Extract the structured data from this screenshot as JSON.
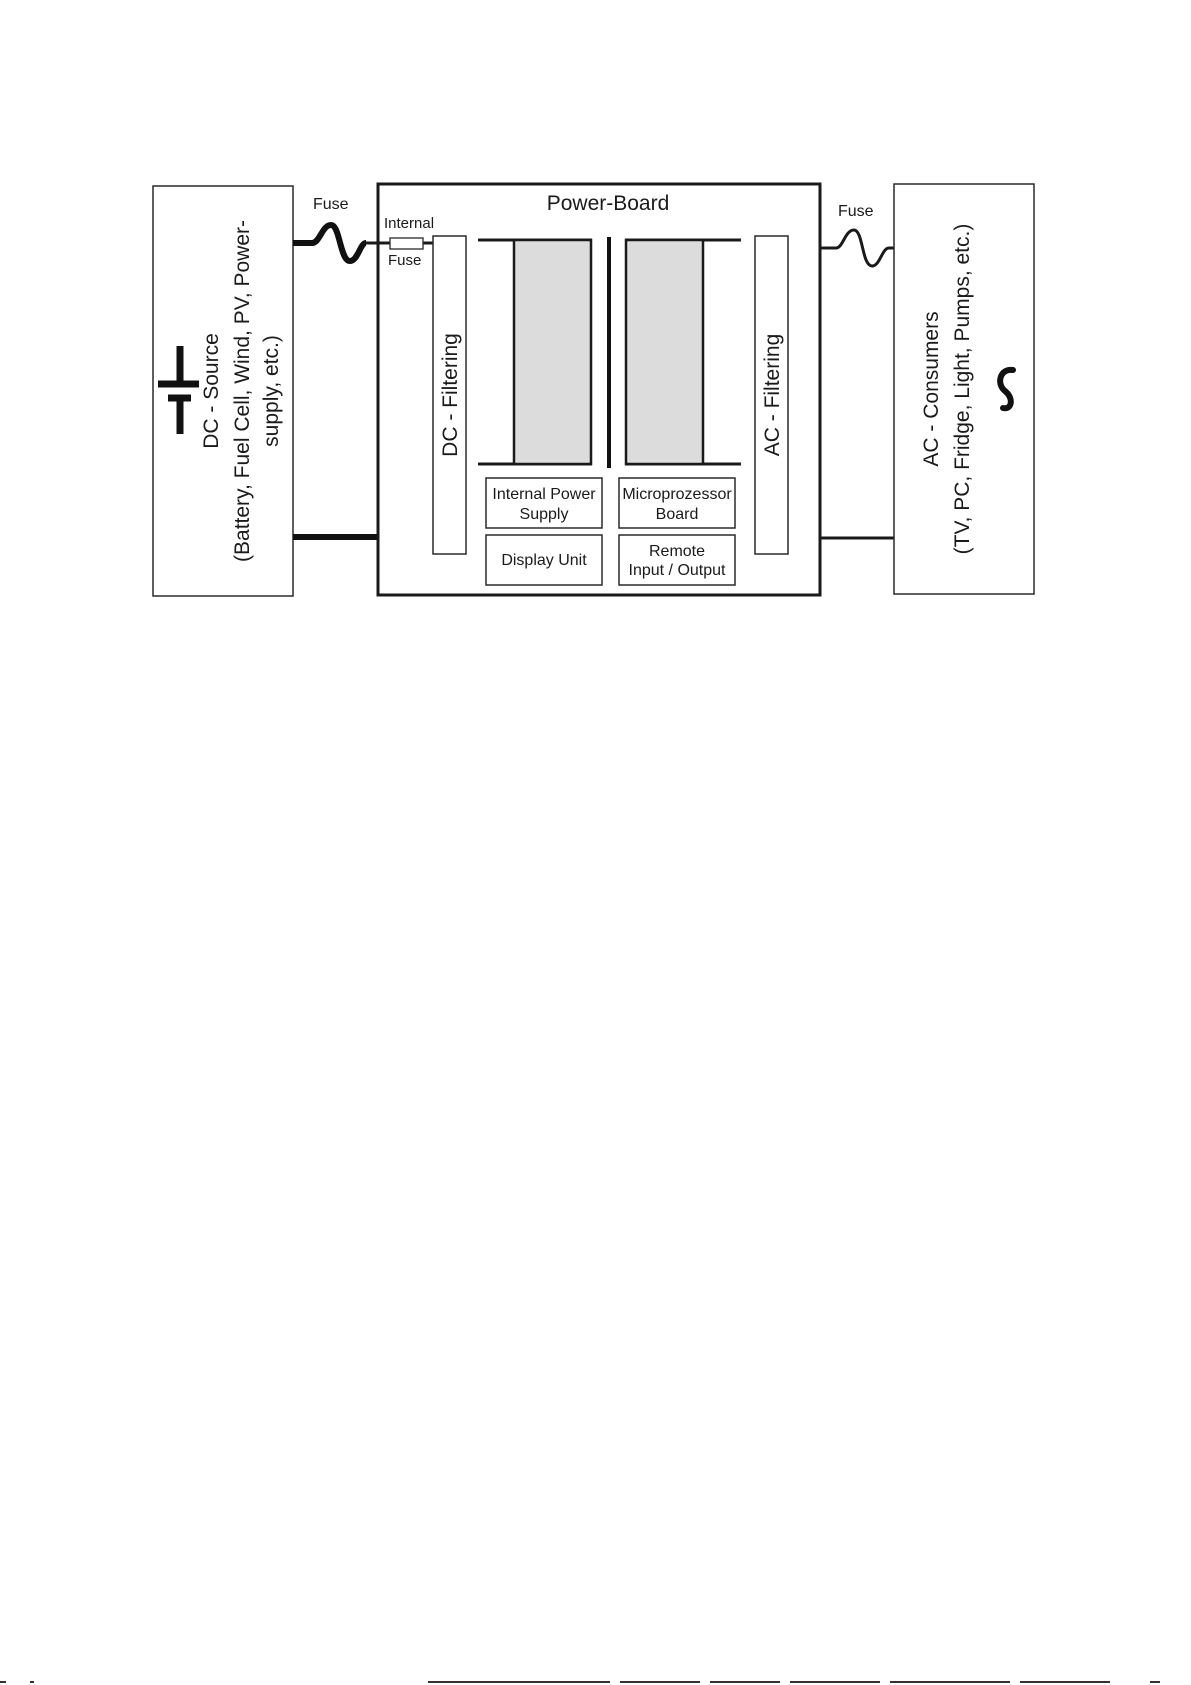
{
  "dc_source": {
    "line1": "DC - Source",
    "line2": "(Battery, Fuel Cell, Wind, PV, Power-",
    "line3": "supply, etc.)"
  },
  "ac_consumers": {
    "line1": "AC - Consumers",
    "line2": "(TV, PC, Fridge, Light, Pumps, etc.)"
  },
  "fuses": {
    "left_label": "Fuse",
    "right_label": "Fuse",
    "internal_top": "Internal",
    "internal_bottom": "Fuse"
  },
  "power_board": {
    "title": "Power-Board",
    "dc_filtering": "DC - Filtering",
    "ac_filtering": "AC - Filtering",
    "modules": {
      "internal_power_supply": [
        "Internal Power",
        "Supply"
      ],
      "microprozessor_board": [
        "Microprozessor",
        "Board"
      ],
      "display_unit": "Display Unit",
      "remote_io": [
        "Remote",
        "Input / Output"
      ]
    }
  },
  "icons": {
    "battery": "battery-icon",
    "ac": "ac-sine-icon"
  }
}
